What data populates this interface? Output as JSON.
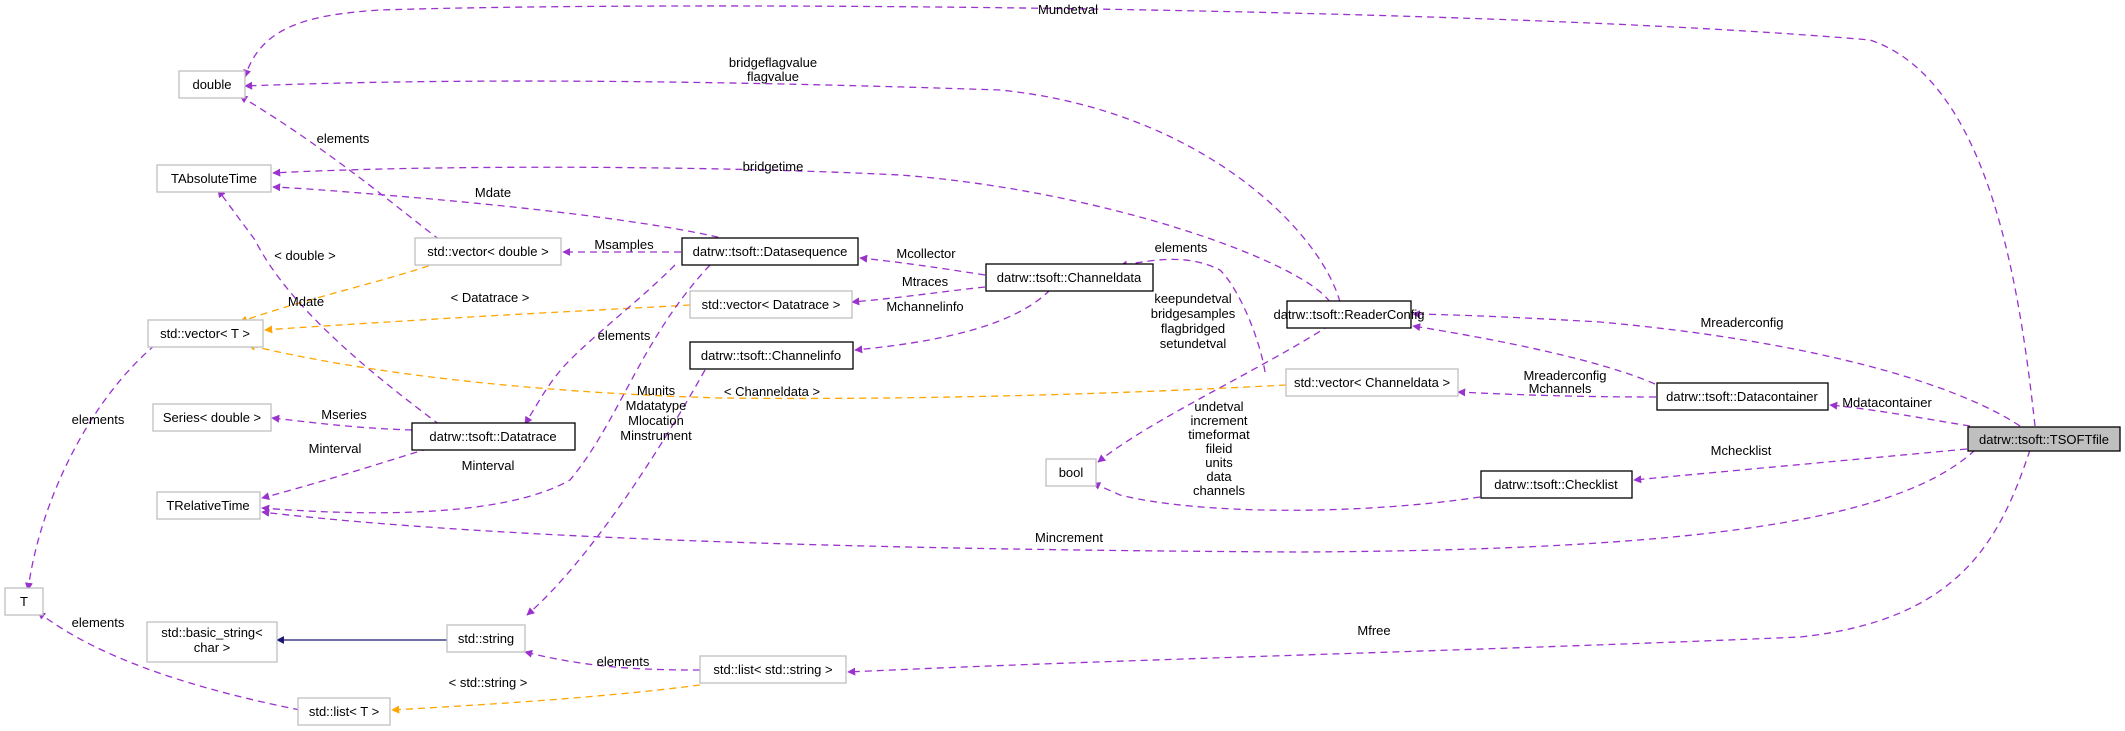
{
  "nodes": {
    "double": "double",
    "tabsolutetime": "TAbsoluteTime",
    "vector_double": "std::vector< double >",
    "vector_t": "std::vector< T >",
    "series_double": "Series< double >",
    "trelativetime": "TRelativeTime",
    "t": "T",
    "basic_string_line1": "std::basic_string<",
    "basic_string_line2": "char >",
    "list_t": "std::list< T >",
    "datasequence": "datrw::tsoft::Datasequence",
    "vector_datatrace": "std::vector< Datatrace >",
    "channelinfo": "datrw::tsoft::Channelinfo",
    "datatrace": "datrw::tsoft::Datatrace",
    "string": "std::string",
    "list_string": "std::list< std::string >",
    "channeldata": "datrw::tsoft::Channeldata",
    "readerconfig": "datrw::tsoft::ReaderConfig",
    "bool": "bool",
    "vector_channeldata": "std::vector< Channeldata >",
    "checklist": "datrw::tsoft::Checklist",
    "datacontainer": "datrw::tsoft::Datacontainer",
    "tsoftfile": "datrw::tsoft::TSOFTfile"
  },
  "edges": {
    "mundetval": "Mundetval",
    "bridgeflagvalue": "bridgeflagvalue",
    "flagvalue": "flagvalue",
    "elements_double": "elements",
    "bridgetime": "bridgetime",
    "mdate_seq": "Mdate",
    "msamples": "Msamples",
    "lt_double": "< double >",
    "mdate_trace": "Mdate",
    "lt_datatrace": "< Datatrace >",
    "elements_datatrace": "elements",
    "mcollector": "Mcollector",
    "mtraces": "Mtraces",
    "mchannelinfo": "Mchannelinfo",
    "elements_channeldata": "elements",
    "keepundetval": "keepundetval",
    "bridgesamples": "bridgesamples",
    "flagbridged": "flagbridged",
    "setundetval": "setundetval",
    "mreaderconfig_dc": "Mreaderconfig",
    "mreaderconfig_tf": "Mreaderconfig",
    "munits": "Munits",
    "mdatatype": "Mdatatype",
    "mlocation": "Mlocation",
    "minstrument": "Minstrument",
    "lt_channeldata": "< Channeldata >",
    "mchannels": "Mchannels",
    "mdatacontainer": "Mdatacontainer",
    "mseries": "Mseries",
    "minterval_trace": "Minterval",
    "minterval_seq": "Minterval",
    "undetval": "undetval",
    "increment": "increment",
    "timeformat": "timeformat",
    "fileid": "fileid",
    "units": "units",
    "data": "data",
    "channels": "channels",
    "mchecklist": "Mchecklist",
    "mincrement": "Mincrement",
    "elements_t_vector": "elements",
    "elements_t_list": "elements",
    "elements_string": "elements",
    "lt_string": "< std::string >",
    "mfree": "Mfree"
  },
  "colors": {
    "association": "#9a32cd",
    "template": "#ffa500",
    "inheritance": "#191970",
    "undocumented_border": "#bfbfbf",
    "focus_fill": "#bfbfbf"
  }
}
